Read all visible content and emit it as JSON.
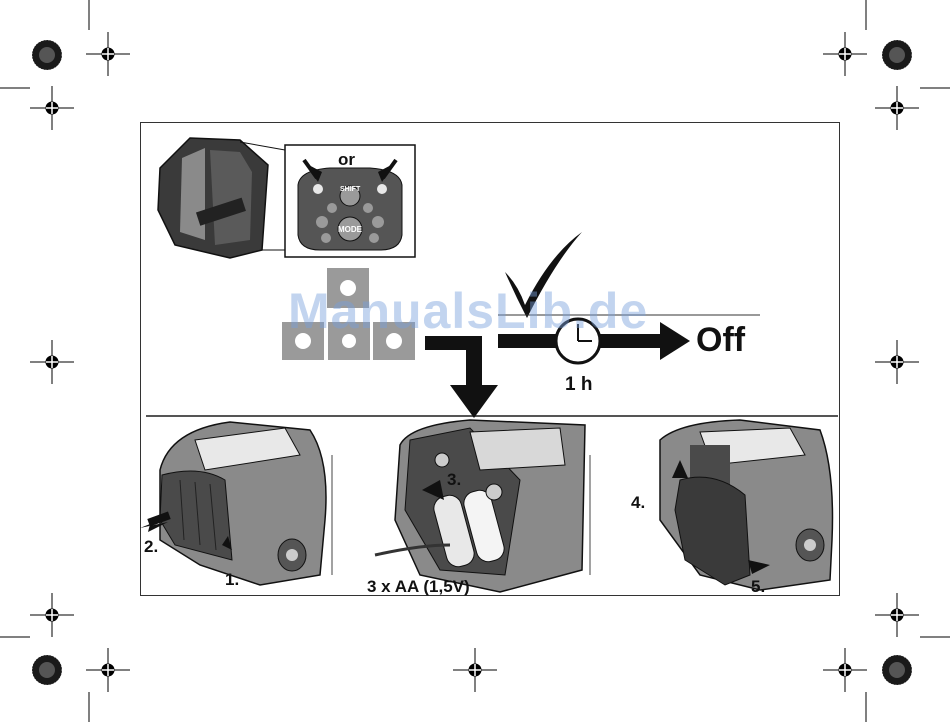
{
  "top_panel": {
    "or_label": "or",
    "shift_label": "SHIFT",
    "mode_label": "MODE",
    "off_label": "Off",
    "time_label": "1 h"
  },
  "bottom_panel": {
    "step1": "1.",
    "step2": "2.",
    "step3": "3.",
    "step4": "4.",
    "step5": "5.",
    "battery_label": "3 x AA (1,5V)"
  },
  "watermark": "ManualsLib.de",
  "colors": {
    "ink": "#111111",
    "device_dark": "#3a3a3a",
    "device_mid": "#8a8a8a",
    "panel": "#cfcfcf",
    "led_box": "#9a9a9a",
    "watermark": "#78a0dc"
  }
}
